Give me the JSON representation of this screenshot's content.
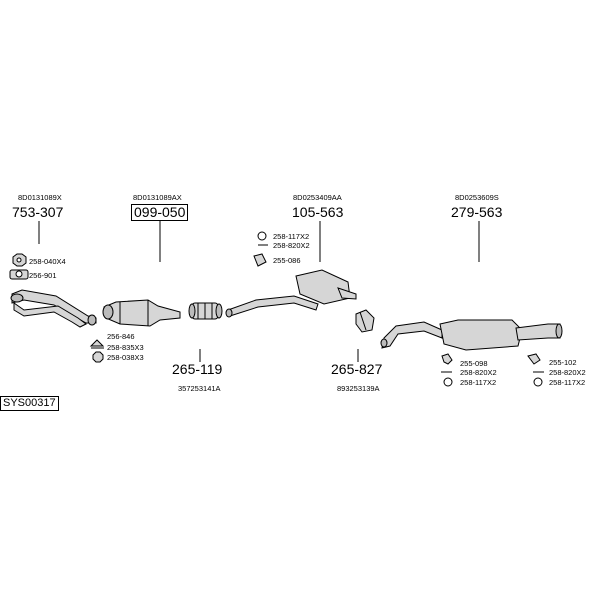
{
  "system_code": "SYS00317",
  "parts": [
    {
      "oe": "8D0131089X",
      "part": "753-307"
    },
    {
      "oe": "8D0131089AX",
      "part": "099-050"
    },
    {
      "oe": "8D0253409AA",
      "part": "105-563"
    },
    {
      "oe": "8D0253609S",
      "part": "279-563"
    },
    {
      "oe": "357253141A",
      "part": "265-119"
    },
    {
      "oe": "893253139A",
      "part": "265-827"
    }
  ],
  "accessories": {
    "front": [
      "258-040X4",
      "256-901",
      "256-846",
      "258-835X3",
      "258-038X3"
    ],
    "middle": [
      "258-117X2",
      "258-820X2",
      "255-086"
    ],
    "rear_left": [
      "255-098",
      "258-820X2",
      "258-117X2"
    ],
    "rear_right": [
      "255-102",
      "258-820X2",
      "258-117X2"
    ]
  }
}
